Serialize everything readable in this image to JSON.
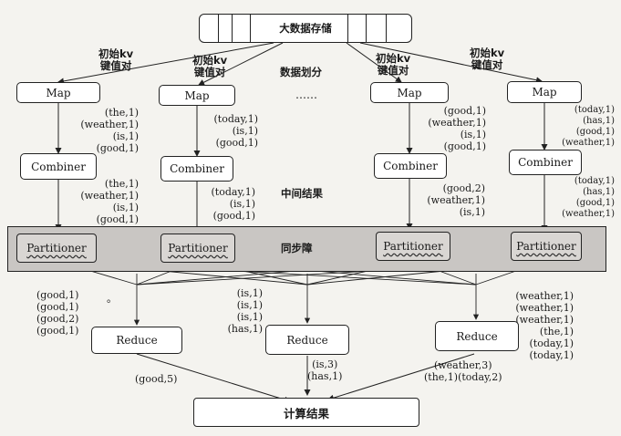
{
  "storage": {
    "title": "大数据存储"
  },
  "split_label": "数据划分",
  "ellipsis": "……",
  "intermediate_label": "中间结果",
  "barrier_label": "同步障",
  "result_label": "计算结果",
  "kv_labels": [
    {
      "l1": "初始kv",
      "l2": "键值对"
    },
    {
      "l1": "初始kv",
      "l2": "键值对"
    },
    {
      "l1": "初始kv",
      "l2": "键值对"
    },
    {
      "l1": "初始kv",
      "l2": "键值对"
    }
  ],
  "map_label": "Map",
  "combiner_label": "Combiner",
  "partitioner_label": "Partitioner",
  "reduce_label": "Reduce",
  "map_outputs": [
    [
      "(the,1)",
      "(weather,1)",
      "(is,1)",
      "(good,1)"
    ],
    [
      "(today,1)",
      "(is,1)",
      "(good,1)"
    ],
    [
      "(good,1)",
      "(weather,1)",
      "(is,1)",
      "(good,1)"
    ],
    [
      "(today,1)",
      "(has,1)",
      "(good,1)",
      "(weather,1)"
    ]
  ],
  "combiner_outputs": [
    [
      "(the,1)",
      "(weather,1)",
      "(is,1)",
      "(good,1)"
    ],
    [
      "(today,1)",
      "(is,1)",
      "(good,1)"
    ],
    [
      "(good,2)",
      "(weather,1)",
      "(is,1)"
    ],
    [
      "(today,1)",
      "(has,1)",
      "(good,1)",
      "(weather,1)"
    ]
  ],
  "reduce_inputs": [
    [
      "(good,1)",
      "(good,1)",
      "(good,2)",
      "(good,1)"
    ],
    [
      "(is,1)",
      "(is,1)",
      "(is,1)",
      "(has,1)"
    ],
    [
      "(weather,1)",
      "(weather,1)",
      "(weather,1)",
      "(the,1)",
      "(today,1)",
      "(today,1)"
    ]
  ],
  "reduce_outputs": [
    [
      "(good,5)"
    ],
    [
      "(is,3)",
      "(has,1)"
    ],
    [
      "(weather,3)",
      "(the,1)(today,2)"
    ]
  ],
  "stray_mark": "。"
}
